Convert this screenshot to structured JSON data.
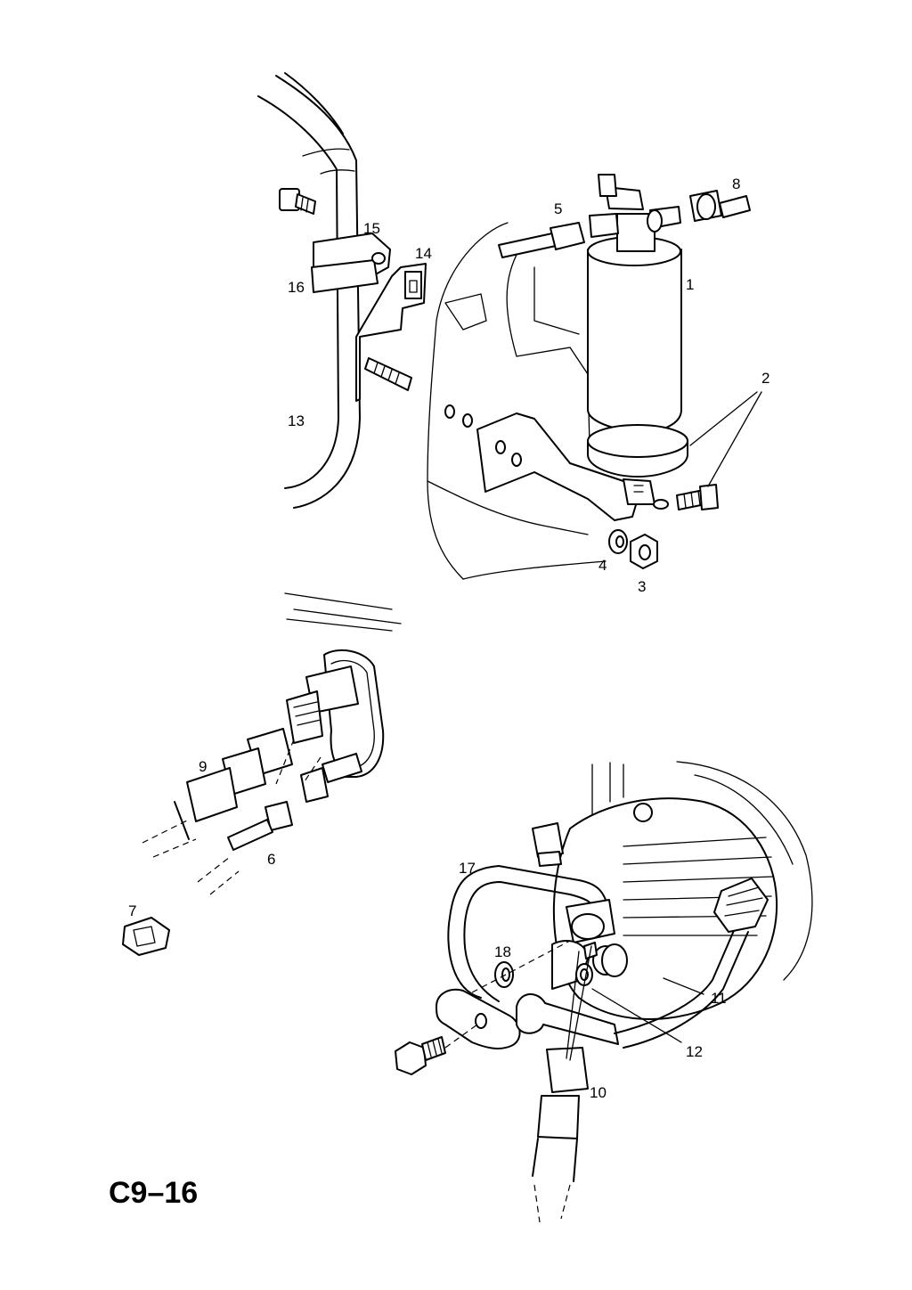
{
  "figure": {
    "page_code": "C9–16",
    "callouts": {
      "c1": "1",
      "c2": "2",
      "c3": "3",
      "c4": "4",
      "c5": "5",
      "c6": "6",
      "c7": "7",
      "c8": "8",
      "c9": "9",
      "c10": "10",
      "c11": "11",
      "c12": "12",
      "c13": "13",
      "c14": "14",
      "c15": "15",
      "c16": "16",
      "c17": "17",
      "c18": "18"
    }
  }
}
